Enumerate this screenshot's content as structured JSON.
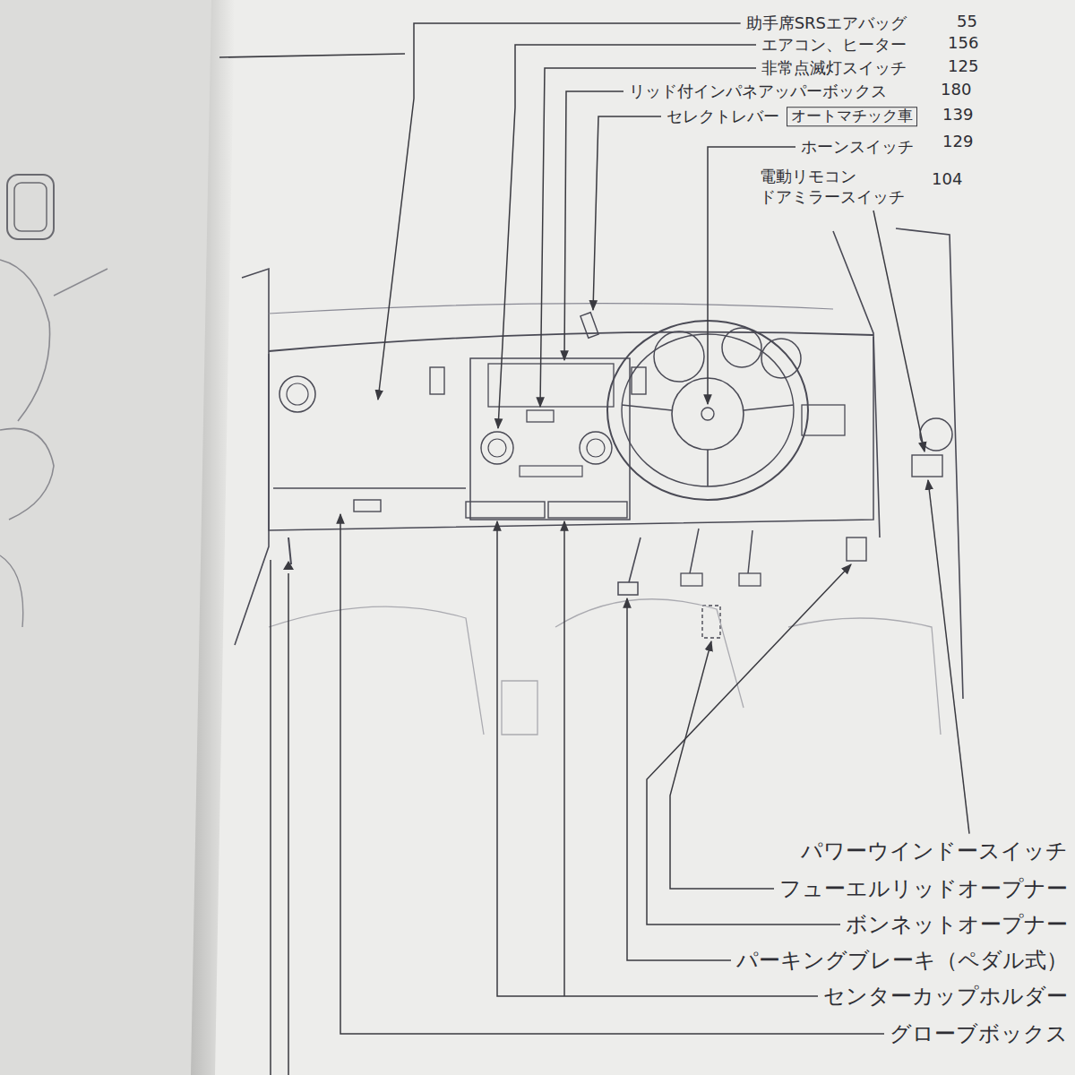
{
  "diagram": {
    "labels": [
      "助手席SRSエアバッグ",
      "55",
      "エアコン、ヒーター",
      "156",
      "非常点滅灯スイッチ",
      "125",
      "リッド付インパネアッパーボックス",
      "180",
      "セレクトレバー",
      "オートマチック車",
      "139",
      "ホーンスイッチ",
      "129",
      "電動リモコン ドアミラースイッチ",
      "104",
      "パワーウインドースイッチ",
      "フューエルリッドオープナー",
      "ボンネットオープナー",
      "パーキングブレーキ（ペダル式）",
      "センターカップホルダー",
      "グローブボックス"
    ]
  }
}
